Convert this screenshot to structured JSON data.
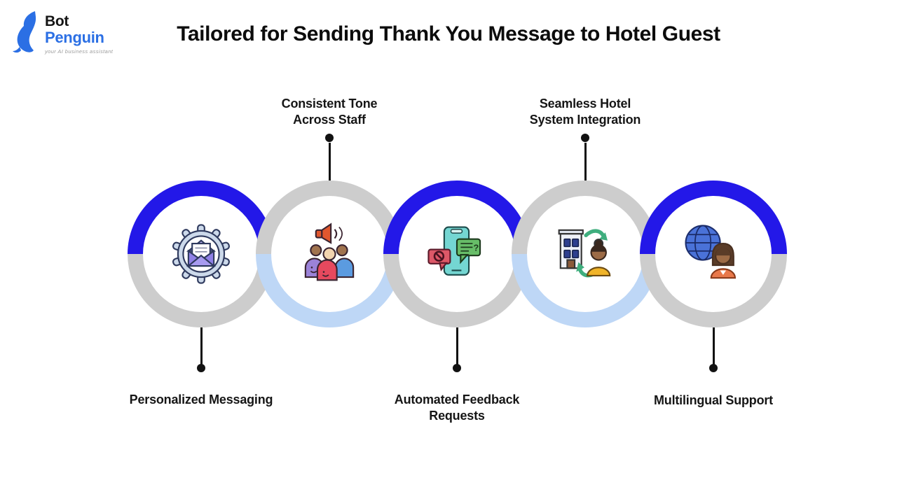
{
  "logo": {
    "brand_top": "Bot",
    "brand_bottom": "Penguin",
    "tagline": "your AI business assistant"
  },
  "title": "Tailored for Sending Thank You Message to Hotel Guest",
  "colors": {
    "accent_blue": "#2318e8",
    "ring_gray": "#cdcdcd",
    "ring_light_blue": "#bed7f6",
    "brand_blue": "#2b6fe4",
    "connector_black": "#121212",
    "background": "#ffffff"
  },
  "steps": [
    {
      "label": "Personalized Messaging",
      "label_position": "bottom",
      "icon": "gear-envelope-icon",
      "ring_top": "#2318e8",
      "ring_bottom": "#cdcdcd"
    },
    {
      "label": "Consistent Tone\nAcross Staff",
      "label_position": "top",
      "icon": "staff-announcement-icon",
      "ring_top": "#cdcdcd",
      "ring_bottom": "#bed7f6"
    },
    {
      "label": "Automated Feedback\nRequests",
      "label_position": "bottom",
      "icon": "phone-feedback-icon",
      "ring_top": "#2318e8",
      "ring_bottom": "#cdcdcd"
    },
    {
      "label": "Seamless Hotel\nSystem Integration",
      "label_position": "top",
      "icon": "hotel-system-integration-icon",
      "ring_top": "#cdcdcd",
      "ring_bottom": "#bed7f6"
    },
    {
      "label": "Multilingual Support",
      "label_position": "bottom",
      "icon": "globe-person-icon",
      "ring_top": "#2318e8",
      "ring_bottom": "#cdcdcd"
    }
  ]
}
